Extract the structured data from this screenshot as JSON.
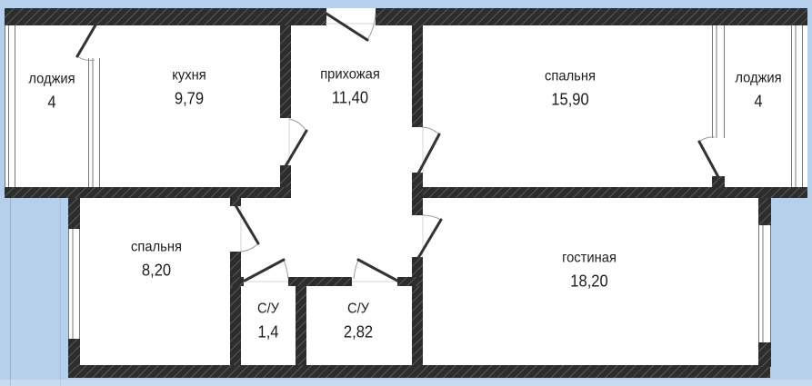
{
  "plan_title": "apartment floor plan",
  "colors": {
    "background": "#b6d0eb",
    "wall": "#2d2d2d",
    "room_fill": "#ffffff",
    "text": "#1c1c1c",
    "window_line": "#777777",
    "door_leaf": "#333333",
    "door_arc": "#9a9a9a"
  },
  "rooms": [
    {
      "name": "loggia-left",
      "label": "лоджия",
      "area": "4"
    },
    {
      "name": "kitchen",
      "label": "кухня",
      "area": "9,79"
    },
    {
      "name": "hallway",
      "label": "прихожая",
      "area": "11,40"
    },
    {
      "name": "bedroom-top",
      "label": "спальня",
      "area": "15,90"
    },
    {
      "name": "loggia-right",
      "label": "лоджия",
      "area": "4"
    },
    {
      "name": "bedroom-bottom",
      "label": "спальня",
      "area": "8,20"
    },
    {
      "name": "bathroom-small",
      "label": "С/У",
      "area": "1,4"
    },
    {
      "name": "bathroom-large",
      "label": "С/У",
      "area": "2,82"
    },
    {
      "name": "living-room",
      "label": "гостиная",
      "area": "18,20"
    }
  ]
}
